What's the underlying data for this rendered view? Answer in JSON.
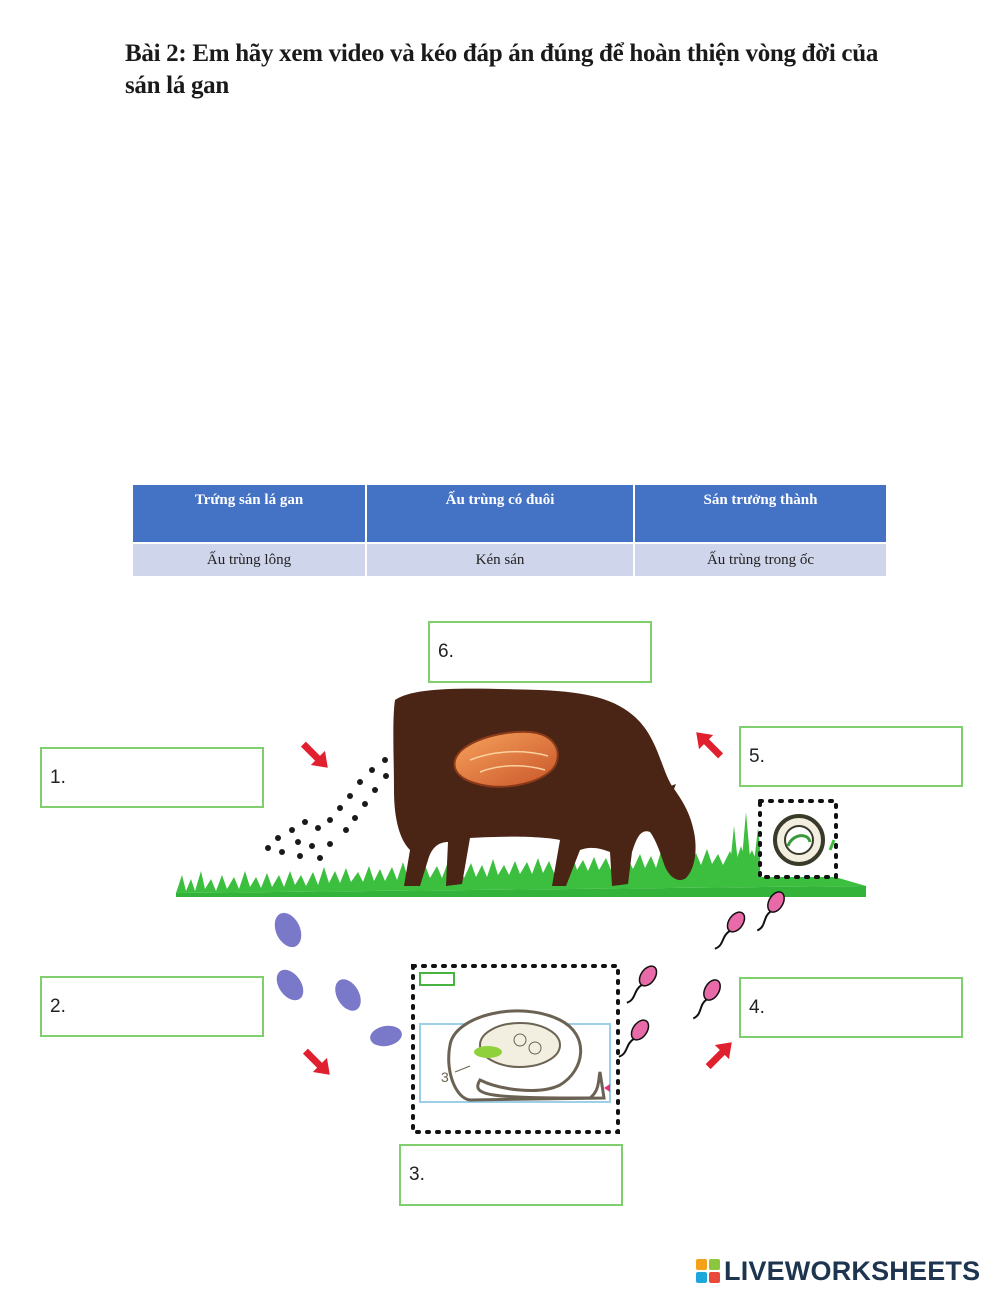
{
  "title": "Bài 2: Em hãy xem video và  kéo đáp án đúng để hoàn thiện vòng đời của sán lá gan",
  "answer_bank": {
    "row1": [
      "Trứng sán lá gan",
      "Ấu trùng có đuôi",
      "Sán trưởng thành"
    ],
    "row2": [
      "Ấu trùng lông",
      "Kén sán",
      "Ấu trùng trong ốc"
    ]
  },
  "drop_boxes": {
    "box1": "1.",
    "box2": "2.",
    "box3": "3.",
    "box4": "4.",
    "box5": "5.",
    "box6": "6."
  },
  "illustration_label": "3",
  "colors": {
    "table_header": "#4472c4",
    "table_body": "#cfd5ea",
    "box_border": "#7fcf6e",
    "arrow": "#e0202e",
    "cow": "#4a2414",
    "grass": "#33b33a",
    "larva": "#7a78c8",
    "cercaria": "#e86aa8"
  },
  "logo": {
    "text": "LIVEWORKSHEETS"
  }
}
